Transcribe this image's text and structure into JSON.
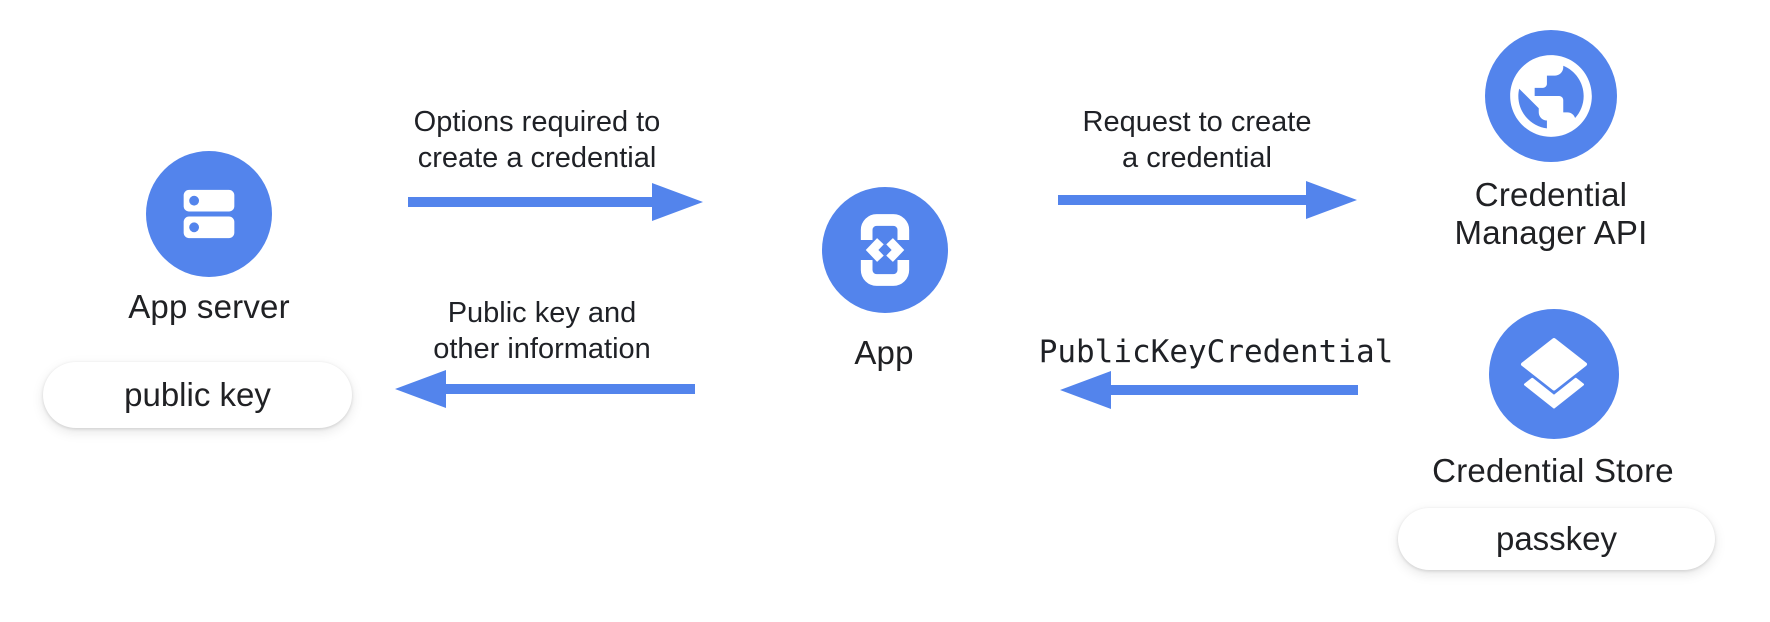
{
  "colors": {
    "accent_blue": "#5384ec",
    "text": "#202124",
    "badge_background": "#ffffff"
  },
  "nodes": {
    "app_server": {
      "label": "App server",
      "icon": "server-icon",
      "badge": "public key"
    },
    "app": {
      "label": "App",
      "icon": "phone-code-icon"
    },
    "credential_manager": {
      "label_line1": "Credential",
      "label_line2": "Manager API",
      "icon": "globe-icon"
    },
    "credential_store": {
      "label": "Credential Store",
      "icon": "layers-icon",
      "badge": "passkey"
    }
  },
  "arrows": [
    {
      "name": "options-to-create",
      "direction": "right",
      "from": "App server",
      "to": "App",
      "label_line1": "Options required to",
      "label_line2": "create a credential",
      "mono": false
    },
    {
      "name": "public-key-return",
      "direction": "left",
      "from": "App",
      "to": "App server",
      "label_line1": "Public key and",
      "label_line2": "other information",
      "mono": false
    },
    {
      "name": "request-to-create",
      "direction": "right",
      "from": "App",
      "to": "Credential Manager API",
      "label_line1": "Request to create",
      "label_line2": "a credential",
      "mono": false
    },
    {
      "name": "publickeycredential-return",
      "direction": "left",
      "from": "Credential Store",
      "to": "App",
      "label_line1": "PublicKeyCredential",
      "label_line2": "",
      "mono": true
    }
  ]
}
